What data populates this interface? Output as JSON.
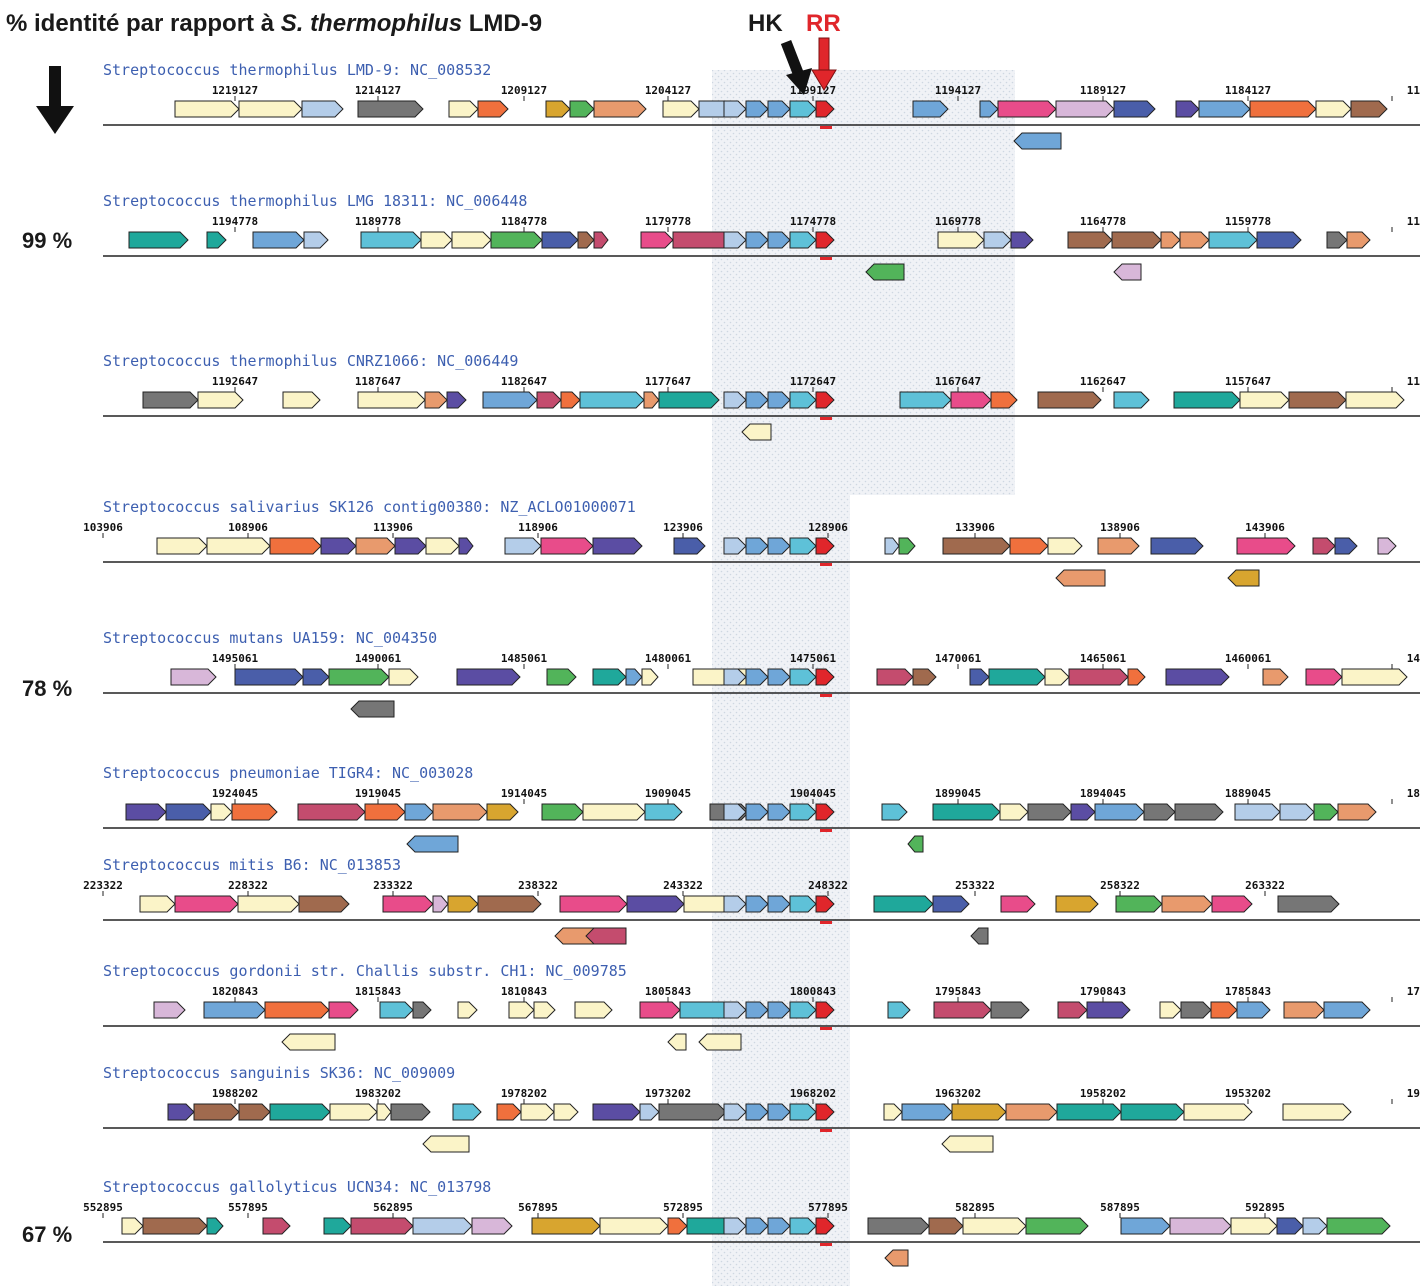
{
  "header": {
    "prefix": "% identité par rapport à ",
    "species": "S. thermophilus",
    "strain": " LMD-9",
    "hk": "HK",
    "rr": "RR"
  },
  "identity_labels": [
    "99 %",
    "78 %",
    "67 %"
  ],
  "colors": {
    "hk": "#1a1a1a",
    "rr": "#e0262b",
    "axis": "#222222",
    "organism": "#3d5fb0",
    "highlight_region": "#e4e9f0"
  },
  "icons": {
    "down_arrow": "down-arrow-icon",
    "hk_arrow": "hk-arrow-icon",
    "rr_arrow": "rr-arrow-icon"
  },
  "tracks": [
    {
      "organism": "Streptococcus thermophilus LMD-9: NC_008532",
      "coords": [
        "1219127",
        "1214127",
        "1209127",
        "1204127",
        "1199127",
        "1194127",
        "1189127",
        "1184127",
        "11"
      ]
    },
    {
      "organism": "Streptococcus thermophilus LMG 18311: NC_006448",
      "coords": [
        "1194778",
        "1189778",
        "1184778",
        "1179778",
        "1174778",
        "1169778",
        "1164778",
        "1159778",
        "11"
      ]
    },
    {
      "organism": "Streptococcus thermophilus CNRZ1066: NC_006449",
      "coords": [
        "1192647",
        "1187647",
        "1182647",
        "1177647",
        "1172647",
        "1167647",
        "1162647",
        "1157647",
        "11"
      ]
    },
    {
      "organism": "Streptococcus salivarius SK126 contig00380: NZ_ACLO01000071",
      "coords": [
        "103906",
        "108906",
        "113906",
        "118906",
        "123906",
        "128906",
        "133906",
        "138906",
        "143906"
      ]
    },
    {
      "organism": "Streptococcus mutans UA159: NC_004350",
      "coords": [
        "1495061",
        "1490061",
        "1485061",
        "1480061",
        "1475061",
        "1470061",
        "1465061",
        "1460061",
        "14"
      ]
    },
    {
      "organism": "Streptococcus pneumoniae TIGR4: NC_003028",
      "coords": [
        "1924045",
        "1919045",
        "1914045",
        "1909045",
        "1904045",
        "1899045",
        "1894045",
        "1889045",
        "18"
      ]
    },
    {
      "organism": "Streptococcus mitis B6: NC_013853",
      "coords": [
        "223322",
        "228322",
        "233322",
        "238322",
        "243322",
        "248322",
        "253322",
        "258322",
        "263322"
      ]
    },
    {
      "organism": "Streptococcus gordonii str. Challis substr. CH1: NC_009785",
      "coords": [
        "1820843",
        "1815843",
        "1810843",
        "1805843",
        "1800843",
        "1795843",
        "1790843",
        "1785843",
        "17"
      ]
    },
    {
      "organism": "Streptococcus sanguinis SK36: NC_009009",
      "coords": [
        "1988202",
        "1983202",
        "1978202",
        "1973202",
        "1968202",
        "1963202",
        "1958202",
        "1953202",
        "19"
      ]
    },
    {
      "organism": "Streptococcus gallolyticus UCN34: NC_013798",
      "coords": [
        "552895",
        "557895",
        "562895",
        "567895",
        "572895",
        "577895",
        "582895",
        "587895",
        "592895"
      ]
    }
  ]
}
